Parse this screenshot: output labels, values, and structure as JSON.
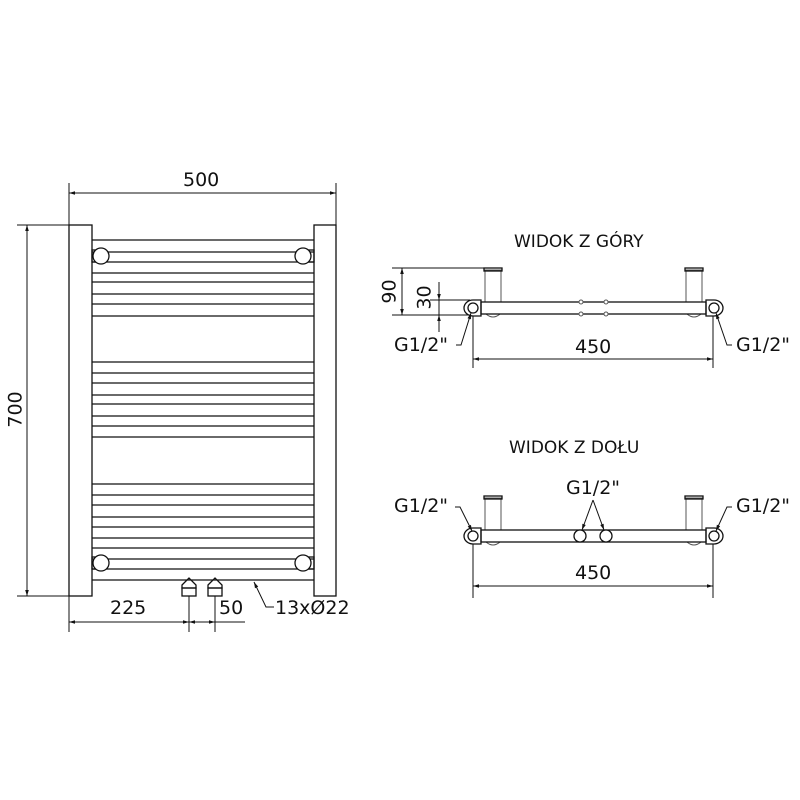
{
  "front_view": {
    "width_label": "500",
    "height_label": "700",
    "left_offset_label": "225",
    "inlet_spacing_label": "50",
    "bars_label": "13xØ22"
  },
  "top_view": {
    "title": "WIDOK Z GÓRY",
    "depth_label": "90",
    "offset_label": "30",
    "left_connection_label": "G1/2\"",
    "right_connection_label": "G1/2\"",
    "spacing_label": "450"
  },
  "bottom_view": {
    "title": "WIDOK Z DOŁU",
    "left_connection_label": "G1/2\"",
    "center_connection_label": "G1/2\"",
    "right_connection_label": "G1/2\"",
    "spacing_label": "450"
  },
  "colors": {
    "line": "#111111",
    "background": "#ffffff"
  }
}
